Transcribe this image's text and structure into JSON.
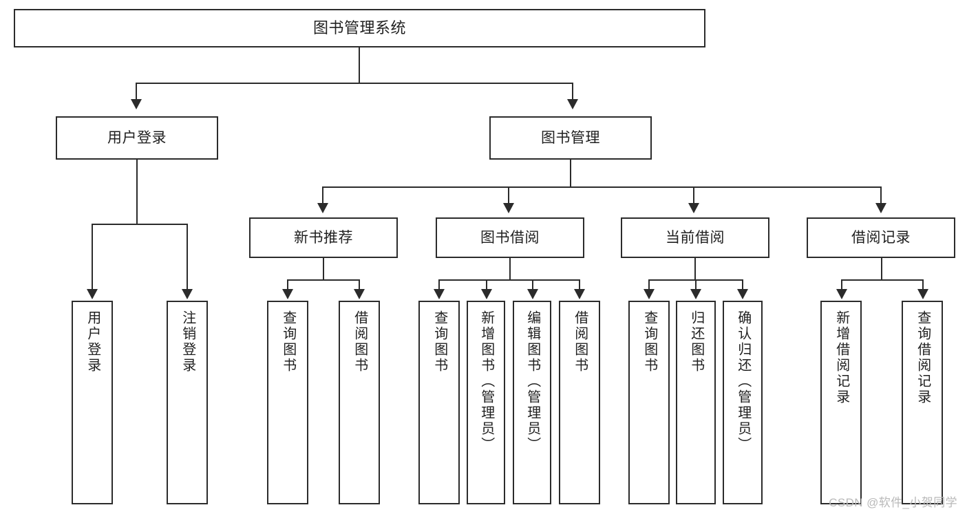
{
  "title": "图书管理系统",
  "watermark": "CSDN @软件_小贺同学",
  "colors": {
    "stroke": "#2b2b2b",
    "fill": "#ffffff",
    "text": "#1f1f1f",
    "watermark": "#b9b9b9"
  },
  "tree": {
    "root": {
      "label": "图书管理系统"
    },
    "level2": [
      {
        "label": "用户登录"
      },
      {
        "label": "图书管理"
      }
    ],
    "level3": [
      {
        "label": "新书推荐"
      },
      {
        "label": "图书借阅"
      },
      {
        "label": "当前借阅"
      },
      {
        "label": "借阅记录"
      }
    ],
    "leaves": {
      "user_login": [
        {
          "label": "用户登录"
        },
        {
          "label": "注销登录"
        }
      ],
      "new_book": [
        {
          "label": "查询图书"
        },
        {
          "label": "借阅图书"
        }
      ],
      "book_borrow": [
        {
          "label": "查询图书"
        },
        {
          "label": "新增图书（管理员）"
        },
        {
          "label": "编辑图书（管理员）"
        },
        {
          "label": "借阅图书"
        }
      ],
      "current_borrow": [
        {
          "label": "查询图书"
        },
        {
          "label": "归还图书"
        },
        {
          "label": "确认归还（管理员）"
        }
      ],
      "borrow_record": [
        {
          "label": "新增借阅记录"
        },
        {
          "label": "查询借阅记录"
        }
      ]
    }
  }
}
